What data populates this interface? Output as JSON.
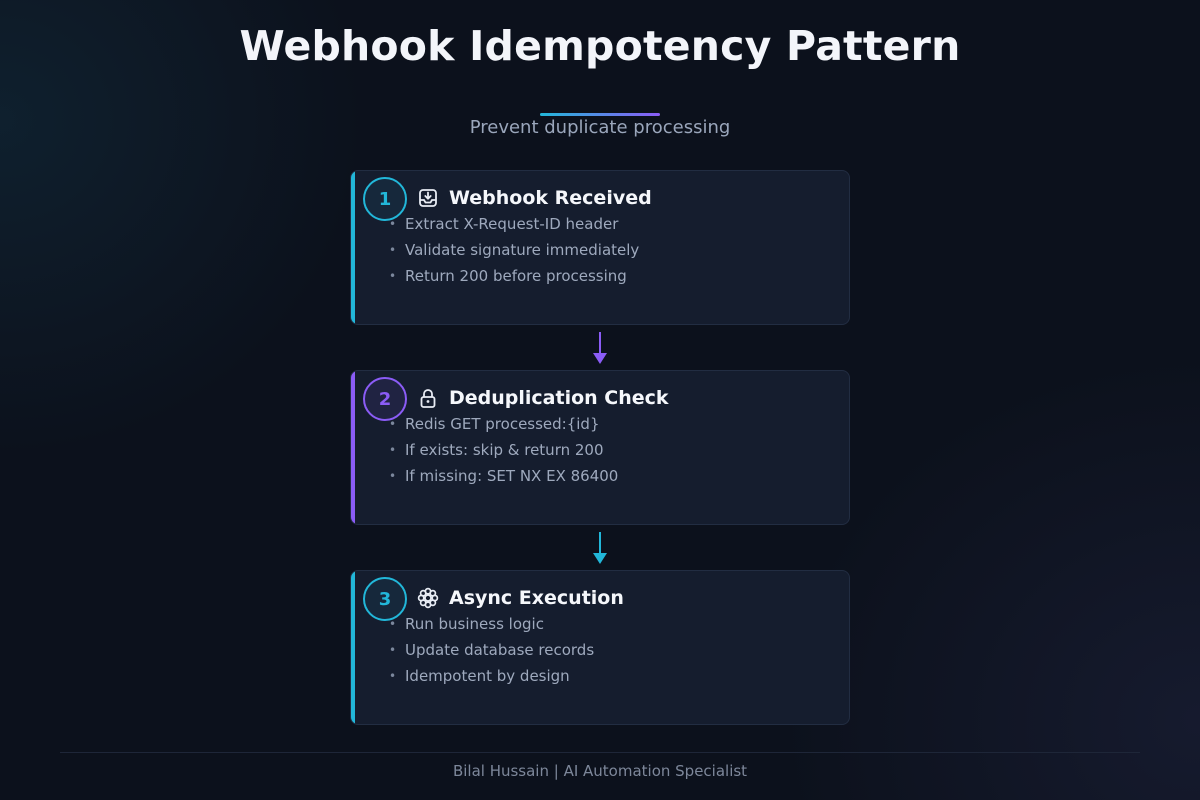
{
  "title": "Webhook Idempotency Pattern",
  "subtitle": "Prevent duplicate processing",
  "colors": {
    "cyan": "#22b7d9",
    "purple": "#8b5cf6",
    "card_bg": "#151d2e",
    "page_bg": "#0c111c"
  },
  "steps": [
    {
      "number": "1",
      "icon": "inbox-download-icon",
      "title": "Webhook Received",
      "bullets": [
        "Extract X-Request-ID header",
        "Validate signature immediately",
        "Return 200 before processing"
      ]
    },
    {
      "number": "2",
      "icon": "lock-icon",
      "title": "Deduplication Check",
      "bullets": [
        "Redis GET processed:{id}",
        "If exists: skip & return 200",
        "If missing: SET NX EX 86400"
      ]
    },
    {
      "number": "3",
      "icon": "gear-icon",
      "title": "Async Execution",
      "bullets": [
        "Run business logic",
        "Update database records",
        "Idempotent by design"
      ]
    }
  ],
  "footer": "Bilal Hussain | AI Automation Specialist"
}
